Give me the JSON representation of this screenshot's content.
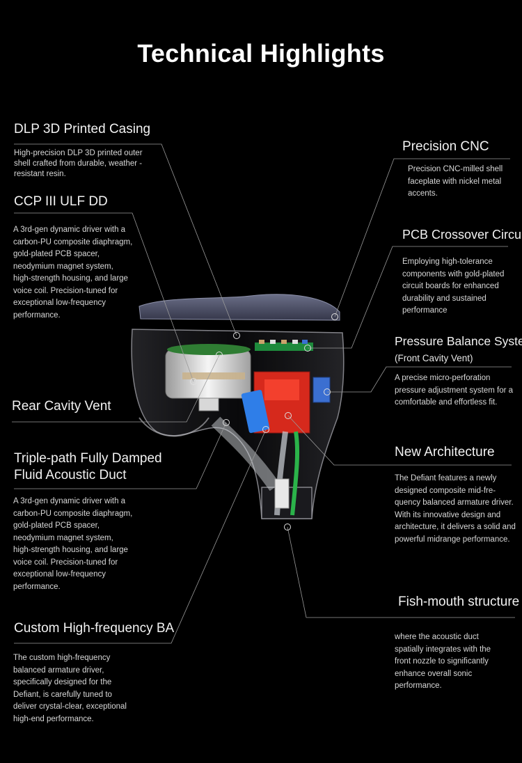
{
  "title": "Technical Highlights",
  "callouts": {
    "dlp": {
      "heading": "DLP 3D Printed Casing",
      "desc": "High-precision DLP 3D printed outer shell crafted from durable, weather -resistant resin."
    },
    "ccp": {
      "heading": "CCP III ULF  DD",
      "desc": "A 3rd-gen dynamic driver with a carbon-PU composite diaphragm, gold-plated PCB spacer, neodymium magnet system, high-strength housing, and large voice coil. Precision-tuned for exceptional low-frequency performance."
    },
    "rear": {
      "heading": "Rear Cavity Vent"
    },
    "triple": {
      "heading": "Triple-path Fully Damped Fluid Acoustic Duct",
      "desc": "A 3rd-gen dynamic driver with a carbon-PU composite diaphragm, gold-plated PCB spacer, neodymium magnet system, high-strength housing, and large voice coil. Precision-tuned for exceptional low-frequency performance."
    },
    "ba": {
      "heading": "Custom High-frequency BA",
      "desc": "The custom high-frequency balanced armature driver, specifically designed for the Defiant, is carefully tuned to deliver crystal-clear, exceptional high-end performance."
    },
    "cnc": {
      "heading": "Precision CNC",
      "desc": "Precision CNC-milled shell faceplate with nickel metal accents."
    },
    "pcb": {
      "heading": "PCB Crossover Circuit",
      "desc": "Employing high-tolerance components with gold-plated circuit boards for enhanced durability and sustained performance"
    },
    "pressure": {
      "heading": "Pressure Balance System",
      "subheading": "(Front Cavity Vent)",
      "desc": "A precise micro-perforation pressure adjustment system for a comfortable and effortless fit."
    },
    "arch": {
      "heading": "New Architecture",
      "desc": "The Defiant features a newly designed composite mid-fre-quency balanced armature driver. With its innovative design and architecture, it delivers a solid and powerful midrange performance."
    },
    "fish": {
      "heading": "Fish-mouth structure",
      "desc": "where the acoustic duct spatially integrates with the front nozzle to significantly enhance overall sonic performance."
    }
  },
  "colors": {
    "background": "#000000",
    "shell": "#4a4d63",
    "dd_housing": "#e6e6e6",
    "ba_red": "#d6291c",
    "ba_blue": "#2f7ee8",
    "pcb_green": "#1e8a3c",
    "duct_green": "#2bb34a"
  }
}
